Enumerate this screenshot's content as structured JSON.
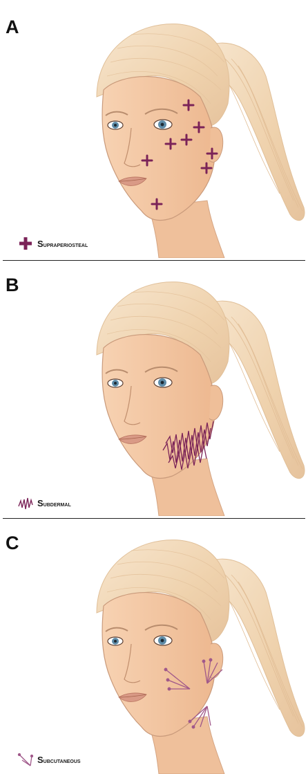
{
  "panels": [
    {
      "letter": "A",
      "legend": "Supraperiosteal",
      "marker_color": "#7b2358"
    },
    {
      "letter": "B",
      "legend": "Subdermal",
      "marker_color": "#7b2358"
    },
    {
      "letter": "C",
      "legend": "Subcutaneous",
      "marker_color": "#a0588a"
    }
  ],
  "colors": {
    "skin": "#f3c7a2",
    "hair": "#f0d6b5",
    "outline": "#c99a7b",
    "eye": "#5e8ca8",
    "lips": "#d99a86",
    "divider": "#222222"
  }
}
